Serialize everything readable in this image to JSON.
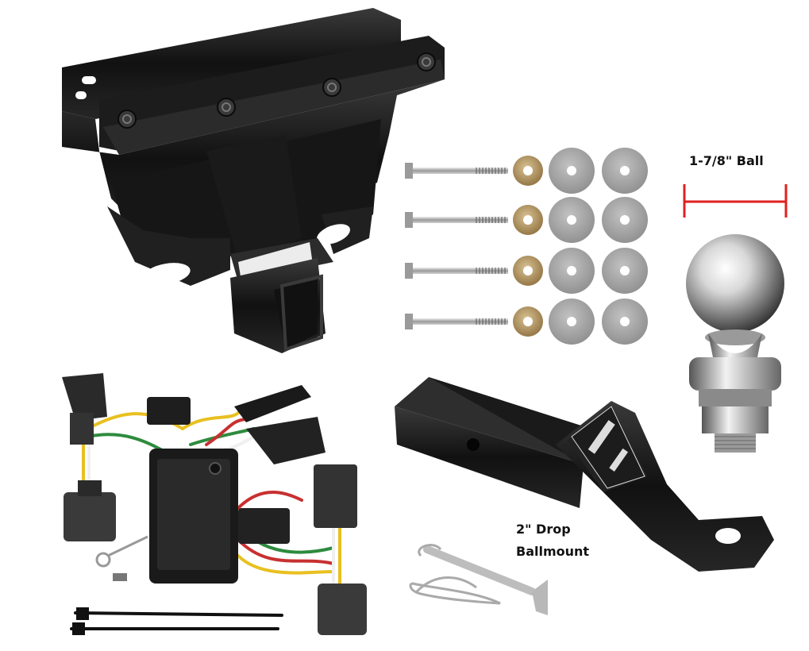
{
  "labels": {
    "ball_size": "1-7/8\" Ball",
    "drop_line1": "2\" Drop",
    "drop_line2": "Ballmount"
  },
  "colors": {
    "background": "#ffffff",
    "steel_black": "#1a1a1a",
    "chrome": "#d9d9d9",
    "washer_gray": "#9a9a9a",
    "washer_bronze": "#a88a5a",
    "dimension_red": "#e02020",
    "wire_yellow": "#e8c020",
    "wire_green": "#2e8b3e",
    "wire_red": "#c83030",
    "wire_white": "#f0f0f0"
  },
  "items": [
    {
      "name": "receiver-hitch"
    },
    {
      "name": "mounting-bolts",
      "count": 4
    },
    {
      "name": "bronze-washers",
      "count": 4
    },
    {
      "name": "gray-washers",
      "count": 8
    },
    {
      "name": "hitch-ball"
    },
    {
      "name": "wiring-harness"
    },
    {
      "name": "ball-mount"
    },
    {
      "name": "hitch-pin-and-clip"
    },
    {
      "name": "zip-ties",
      "count": 2
    }
  ]
}
